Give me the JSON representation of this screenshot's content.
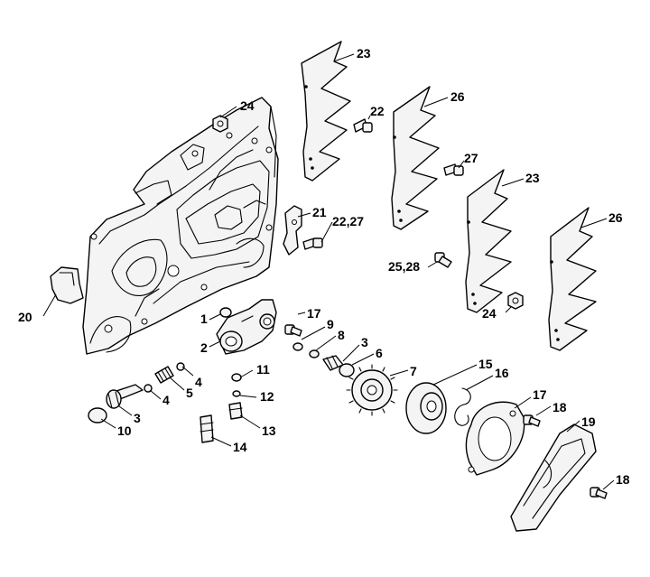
{
  "callouts": {
    "c1": "1",
    "c2": "2",
    "c3a": "3",
    "c3b": "3",
    "c4a": "4",
    "c4b": "4",
    "c5": "5",
    "c6": "6",
    "c7": "7",
    "c8": "8",
    "c9": "9",
    "c10": "10",
    "c11": "11",
    "c12": "12",
    "c13": "13",
    "c14": "14",
    "c15": "15",
    "c16": "16",
    "c17a": "17",
    "c17b": "17",
    "c18a": "18",
    "c18b": "18",
    "c19": "19",
    "c20": "20",
    "c21": "21",
    "c22a": "22",
    "c22_27": "22,27",
    "c23a": "23",
    "c23b": "23",
    "c24a": "24",
    "c24b": "24",
    "c25_28": "25,28",
    "c26a": "26",
    "c26b": "26",
    "c27": "27"
  },
  "colors": {
    "line": "#000000",
    "background": "#ffffff",
    "fill": "#f4f4f4"
  }
}
